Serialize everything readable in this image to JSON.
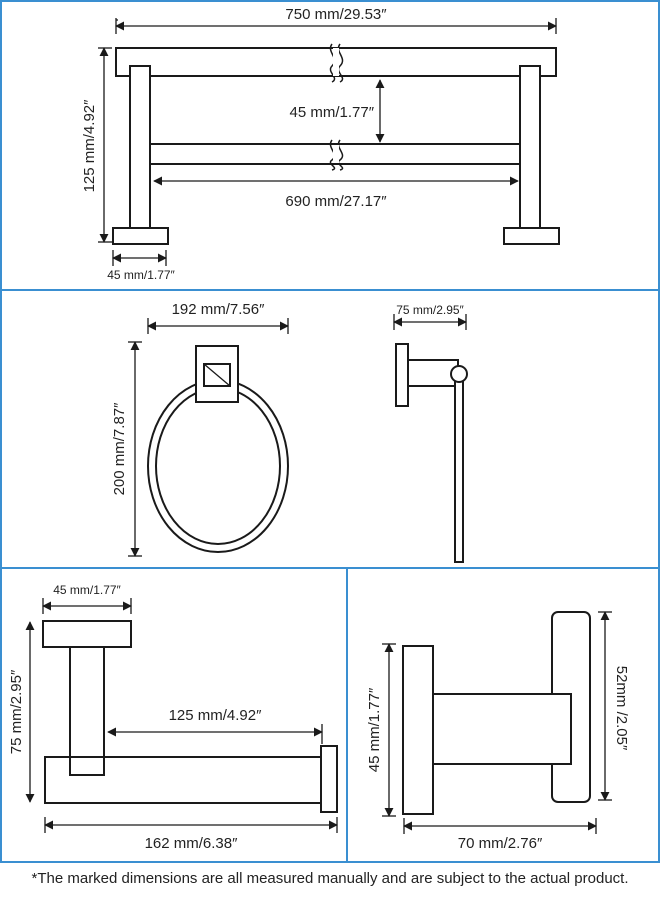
{
  "colors": {
    "panel_border": "#3a8fd1",
    "line": "#1a1a1a",
    "text": "#222222"
  },
  "towel_bar": {
    "overall_width": "750 mm/29.53″",
    "bar_spacing": "45 mm/1.77″",
    "height": "125 mm/4.92″",
    "bar_length": "690 mm/27.17″",
    "post_width": "45 mm/1.77″"
  },
  "towel_ring": {
    "width": "192 mm/7.56″",
    "height": "200 mm/7.87″",
    "side_depth": "75 mm/2.95″"
  },
  "paper_holder": {
    "plate_width": "45 mm/1.77″",
    "height": "75 mm/2.95″",
    "arm_length": "125 mm/4.92″",
    "overall_length": "162 mm/6.38″"
  },
  "robe_hook": {
    "front_height": "45 mm/1.77″",
    "plate_height": "52mm /2.05″",
    "depth": "70 mm/2.76″"
  },
  "footnote": "*The marked dimensions are all measured manually and are subject to the actual product."
}
